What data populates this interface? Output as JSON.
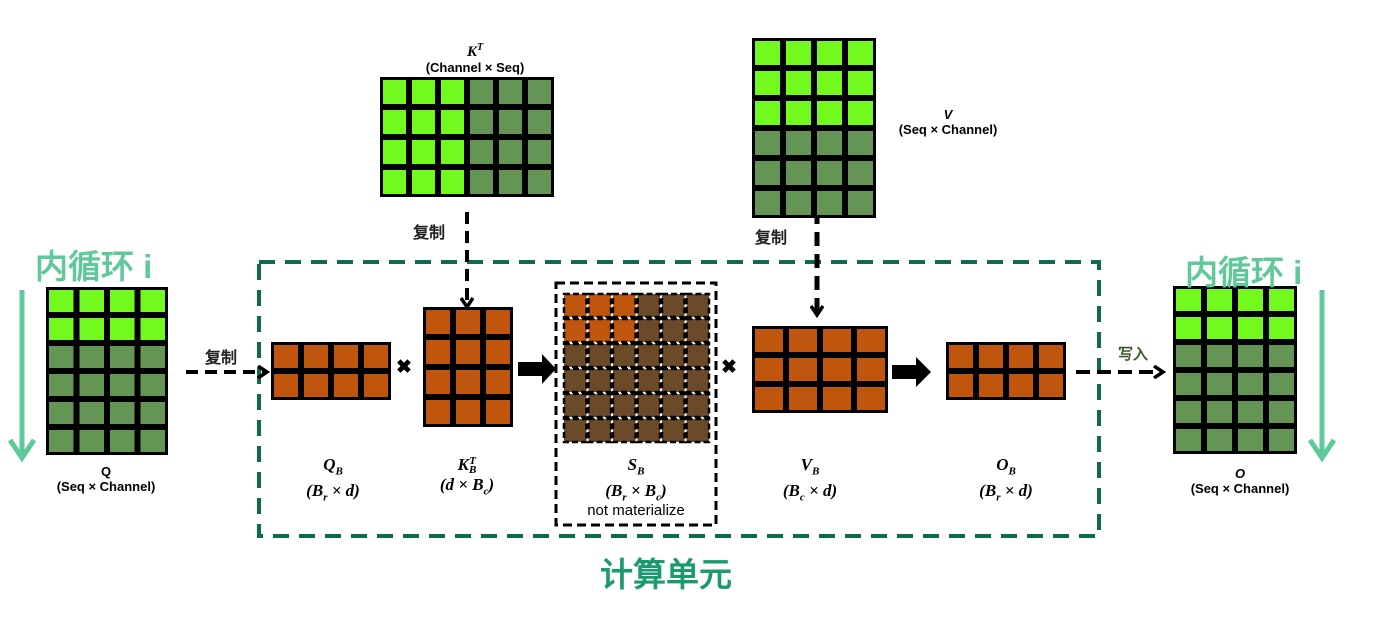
{
  "colors": {
    "light_green": "#72f91e",
    "dark_green": "#659555",
    "orange": "#c0560e",
    "brown": "#6b4a2a",
    "teal_dashed": "#0d6b50",
    "loop_green": "#5fc99a",
    "title_green": "#1a9a6e"
  },
  "loop_label_left": "内循环 i",
  "loop_label_right": "内循环 i",
  "compute_unit_label": "计算单元",
  "copy_label_q": "复制",
  "copy_label_k": "复制",
  "copy_label_v": "复制",
  "write_label": "写入",
  "matrices": {
    "Q": {
      "name": "Q",
      "dims": "(Seq × Channel)",
      "rows": 6,
      "cols": 4,
      "highlight_rows": 2
    },
    "KT": {
      "name": "K",
      "sup": "T",
      "dims": "(Channel × Seq)",
      "rows": 4,
      "cols": 6,
      "highlight_cols": 3
    },
    "V": {
      "name": "V",
      "dims": "(Seq × Channel)",
      "rows": 6,
      "cols": 4,
      "highlight_rows": 3
    },
    "O": {
      "name": "O",
      "dims": "(Seq × Channel)",
      "rows": 6,
      "cols": 4,
      "highlight_rows": 2
    },
    "QB": {
      "name": "Q",
      "sub": "B",
      "dims_html": "(B_r × d)",
      "rows": 2,
      "cols": 4
    },
    "KBT": {
      "name": "K",
      "sub": "B",
      "sup": "T",
      "dims_html": "(d × B_c)",
      "rows": 4,
      "cols": 3
    },
    "SB": {
      "name": "S",
      "sub": "B",
      "dims_html": "(B_r × B_c)",
      "note": "not materialize",
      "rows": 6,
      "cols": 6,
      "highlight_rows": 2,
      "highlight_cols": 3
    },
    "VB": {
      "name": "V",
      "sub": "B",
      "dims_html": "(B_c × d)",
      "rows": 3,
      "cols": 4
    },
    "OB": {
      "name": "O",
      "sub": "B",
      "dims_html": "(B_r × d)",
      "rows": 2,
      "cols": 4
    }
  },
  "operators": {
    "multiply": "✖"
  }
}
